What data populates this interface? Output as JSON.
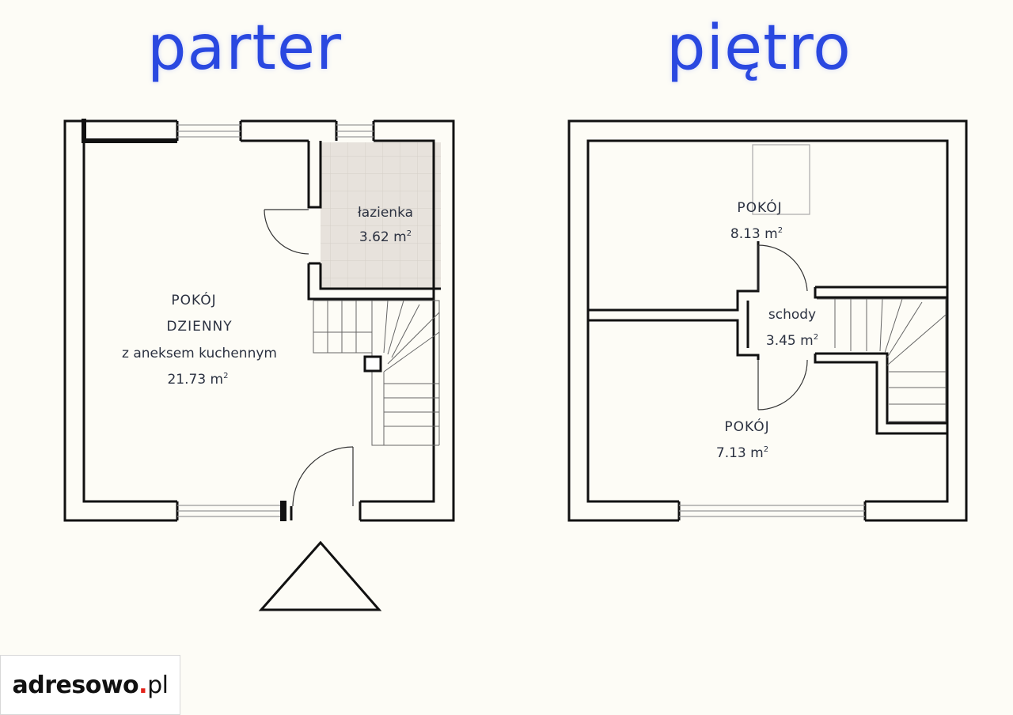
{
  "floors": {
    "ground": {
      "title": "parter",
      "living": {
        "line1": "POKÓJ",
        "line2": "DZIENNY",
        "line3": "z aneksem kuchennym",
        "area": "21.73 m",
        "area_sup": "2"
      },
      "bathroom": {
        "name": "łazienka",
        "area": "3.62 m",
        "area_sup": "2"
      }
    },
    "upper": {
      "title": "piętro",
      "room_top": {
        "name": "POKÓJ",
        "area": "8.13 m",
        "area_sup": "2"
      },
      "stairs": {
        "name": "schody",
        "area": "3.45 m",
        "area_sup": "2"
      },
      "room_bottom": {
        "name": "POKÓJ",
        "area": "7.13 m",
        "area_sup": "2"
      }
    }
  },
  "logo": {
    "brand": "adresowo",
    "dot": ".",
    "tld": "pl"
  },
  "colors": {
    "title": "#2a48e0",
    "wall": "#111111",
    "tile": "#e7e2dc",
    "logo_dot": "#e2231a"
  }
}
